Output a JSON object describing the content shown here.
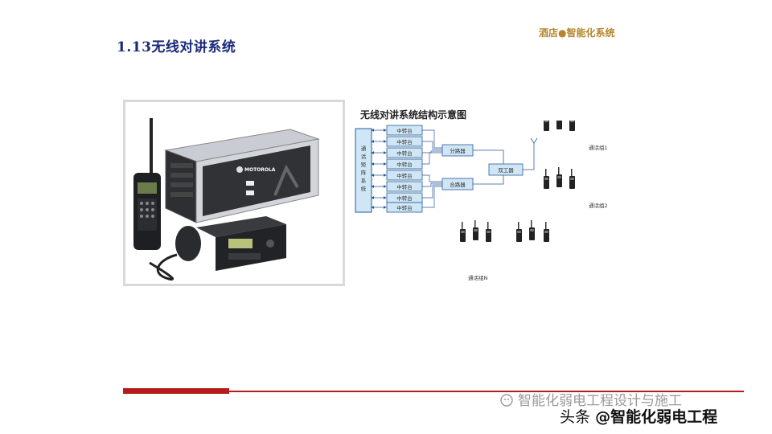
{
  "slide": {
    "title": "1.13无线对讲系统",
    "brand": "酒店●智能化系统"
  },
  "photo": {
    "repeater_brand": "MOTOROLA"
  },
  "diagram": {
    "title": "无线对讲系统结构示意图",
    "matrix_label": [
      "通",
      "话",
      "矩",
      "阵",
      "系",
      "统"
    ],
    "repeater_label": "中转台",
    "splitter_label": "分路器",
    "combiner_label": "合路器",
    "duplexer_label": "双工器",
    "group1_label": "通话组1",
    "group2_label": "通话组2",
    "groupN_label": "通话组N"
  },
  "watermarks": {
    "wechat": "智能化弱电工程设计与施工",
    "toutiao_prefix": "头条",
    "toutiao_account": "@智能化弱电工程"
  },
  "colors": {
    "title": "#1a2a7a",
    "brand": "#b5862d",
    "footer_rule": "#b71c1c",
    "diagram_box": "#cfe6f5",
    "diagram_line": "#2a5a9a"
  }
}
